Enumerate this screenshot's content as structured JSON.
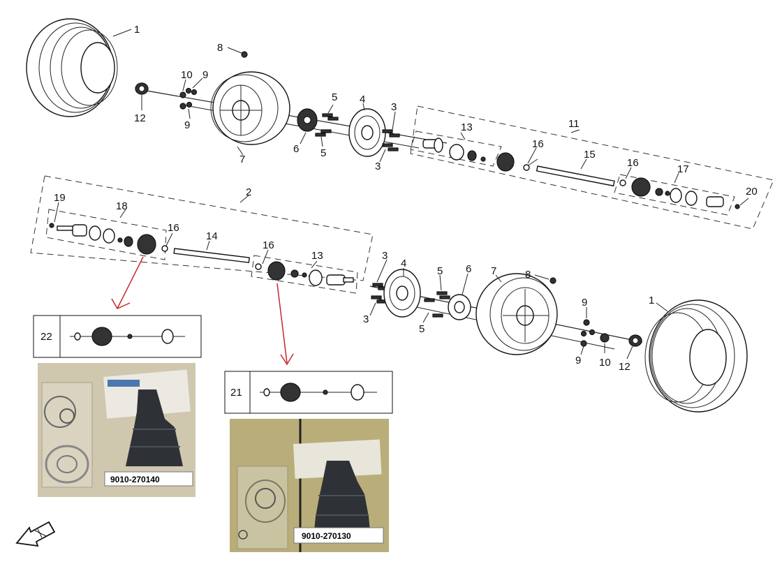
{
  "callouts": {
    "c1": "1",
    "c8": "8",
    "c10": "10",
    "c9": "9",
    "c12": "12",
    "c7": "7",
    "c6": "6",
    "c5": "5",
    "c4": "4",
    "c3": "3",
    "c11": "11",
    "c13": "13",
    "c16": "16",
    "c15": "15",
    "c17": "17",
    "c20": "20",
    "c19": "19",
    "c18": "18",
    "c2": "2",
    "c14": "14"
  },
  "kits": [
    {
      "number": "22",
      "part_code": "9010-270140"
    },
    {
      "number": "21",
      "part_code": "9010-270130"
    }
  ],
  "colors": {
    "arrow": "#c8282a",
    "photo_left": "#cfc7ae",
    "photo_right": "#b9ad7a",
    "boot": "#2e3236"
  }
}
